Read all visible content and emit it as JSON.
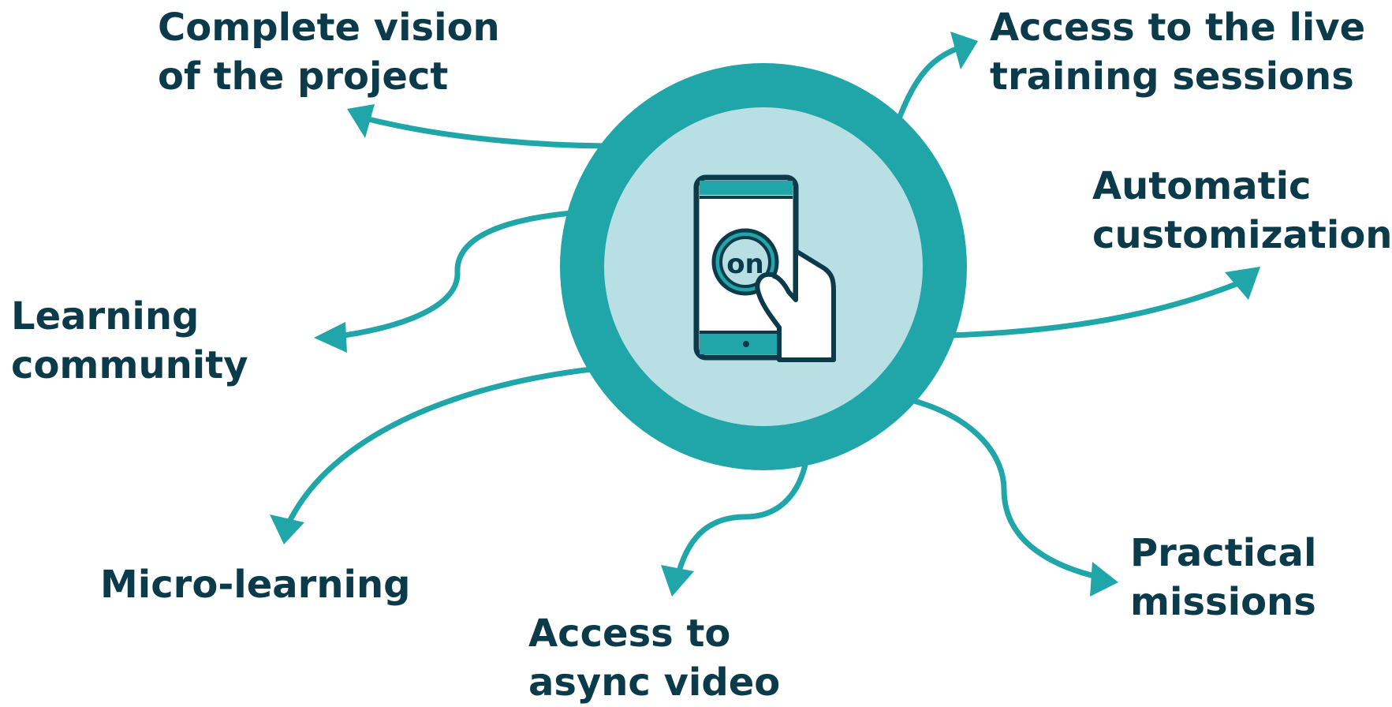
{
  "diagram": {
    "center_icon": {
      "name": "phone-on-button-icon",
      "button_text": "on"
    },
    "items": [
      {
        "id": "vision",
        "lines": [
          "Complete vision",
          "of the project"
        ]
      },
      {
        "id": "live",
        "lines": [
          "Access to the live",
          "training sessions"
        ]
      },
      {
        "id": "auto",
        "lines": [
          "Automatic",
          "customization"
        ]
      },
      {
        "id": "learning",
        "lines": [
          "Learning",
          "community"
        ]
      },
      {
        "id": "micro",
        "lines": [
          "Micro-learning"
        ]
      },
      {
        "id": "async",
        "lines": [
          "Access to",
          "async video"
        ]
      },
      {
        "id": "missions",
        "lines": [
          "Practical",
          "missions"
        ]
      }
    ]
  },
  "colors": {
    "teal": "#20a6a8",
    "light_teal": "#b8dfe4",
    "dark_text": "#0b3a4b"
  }
}
